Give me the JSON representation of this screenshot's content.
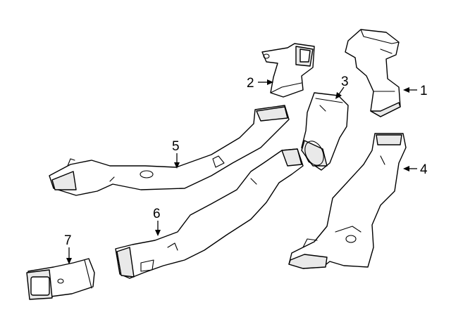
{
  "diagram": {
    "background": "#ffffff",
    "line_color": "#000000",
    "callouts": [
      {
        "id": "1",
        "label": "1"
      },
      {
        "id": "2",
        "label": "2"
      },
      {
        "id": "3",
        "label": "3"
      },
      {
        "id": "4",
        "label": "4"
      },
      {
        "id": "5",
        "label": "5"
      },
      {
        "id": "6",
        "label": "6"
      },
      {
        "id": "7",
        "label": "7"
      }
    ]
  }
}
